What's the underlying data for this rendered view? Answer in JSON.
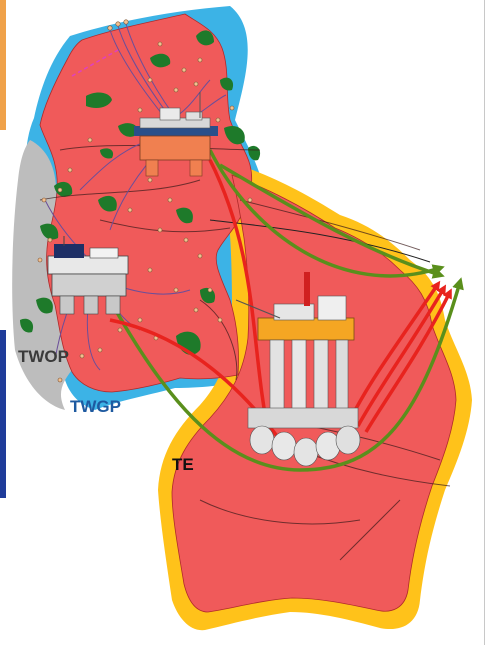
{
  "labels": {
    "twop": "TWOP",
    "twgp": "TWGP",
    "te": "TE"
  },
  "colors": {
    "background": "#ffffff",
    "left_frame_orange": "#f0a24a",
    "left_frame_blue": "#1f3c9a",
    "sea": "#3cb3e6",
    "field_red": "#f05a5a",
    "field_outline": "#b02a2a",
    "te_border": "#ffc21a",
    "twop_grey": "#bdbdbd",
    "vegetation_green": "#1e7a2a",
    "arrow_red": "#e8231e",
    "arrow_green": "#5a8f1c",
    "platform_grey": "#cfcfcf",
    "deck_orange": "#f5a623",
    "pontoon_orange": "#f08050",
    "dashed_magenta": "#e040c0",
    "label_dark_grey": "#3a3a3a",
    "label_blue": "#1e5aa0",
    "label_black": "#111111"
  },
  "icons": [
    "tension-leg-platform-icon",
    "wellhead-platform-icon",
    "gravity-base-platform-icon",
    "wellbore-icon"
  ]
}
